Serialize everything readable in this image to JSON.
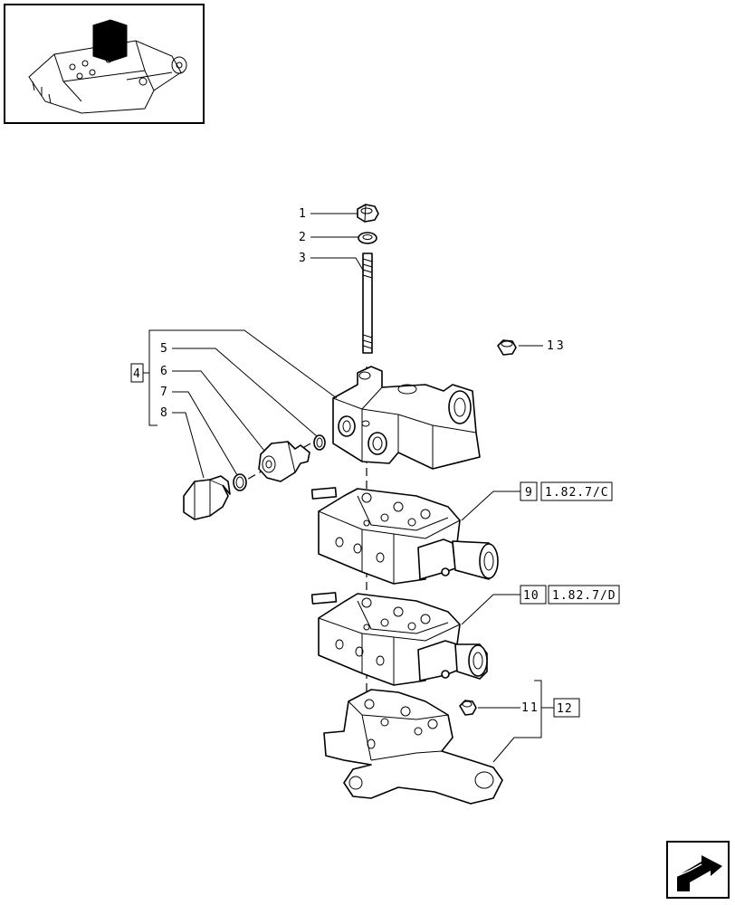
{
  "thumbnail": {
    "icon": "hydraulic-lift-cover-thumbnail"
  },
  "callouts": {
    "c1": "1",
    "c2": "2",
    "c3": "3",
    "c4": "4",
    "c5": "5",
    "c6": "6",
    "c7": "7",
    "c8": "8",
    "c9": "9",
    "c10": "10",
    "c11": "11",
    "c12": "12",
    "c13": "13"
  },
  "references": {
    "r9": "1.82.7/C",
    "r10": "1.82.7/D"
  },
  "nav": {
    "icon": "next-page-arrow-icon"
  }
}
